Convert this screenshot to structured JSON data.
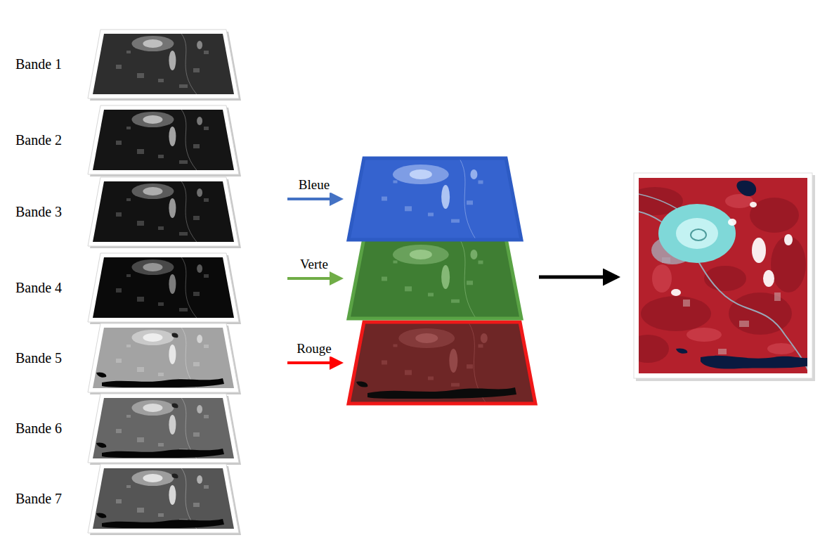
{
  "diagram": {
    "nodes": [
      {
        "text": [
          "Bande 1"
        ]
      },
      {
        "text": [
          "Bande 2"
        ]
      },
      {
        "text": [
          "Bande 3"
        ]
      },
      {
        "text": [
          "Bande 4"
        ]
      },
      {
        "text": [
          "Bande 5"
        ]
      },
      {
        "text": [
          "Bande 6"
        ]
      },
      {
        "text": [
          "Bande 7"
        ]
      },
      {
        "text": []
      },
      {
        "text": []
      },
      {
        "text": []
      },
      {
        "text": []
      }
    ],
    "edges": [
      {
        "from": 2,
        "to": 7,
        "label": "Bleue",
        "arrow": "to"
      },
      {
        "from": 3,
        "to": 8,
        "label": "Verte",
        "arrow": "to"
      },
      {
        "from": 4,
        "to": 9,
        "label": "Rouge",
        "arrow": "to"
      },
      {
        "from": 8,
        "to": 10,
        "arrow": "to"
      }
    ]
  }
}
